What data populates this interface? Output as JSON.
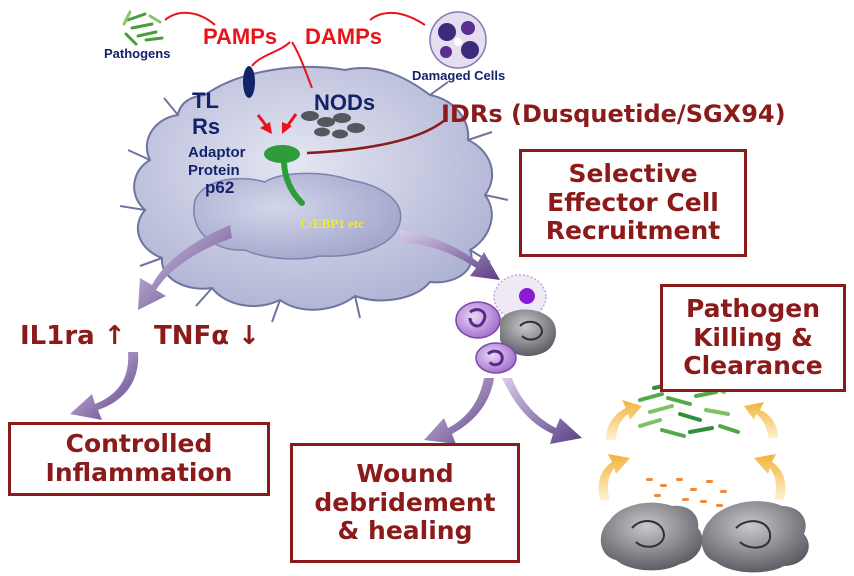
{
  "labels": {
    "pathogens": "Pathogens",
    "pamps": "PAMPs",
    "damps": "DAMPs",
    "damaged_cells": "Damaged Cells",
    "tlrs_line1": "TL",
    "tlrs_line2": "Rs",
    "nods": "NODs",
    "idrs": "IDRs (Dusquetide/SGX94)",
    "adaptor_line1": "Adaptor",
    "adaptor_line2": "Protein",
    "adaptor_line3": "p62",
    "cebp": "C/EBP1 etc",
    "il1ra": "IL1ra ↑",
    "tnfa": "TNFα ↓"
  },
  "boxes": {
    "recruitment": [
      "Selective",
      "Effector Cell",
      "Recruitment"
    ],
    "pathogen_killing": [
      "Pathogen",
      "Killing &",
      "Clearance"
    ],
    "controlled": [
      "Controlled",
      "Inflammation"
    ],
    "wound": [
      "Wound",
      "debridement",
      "& healing"
    ]
  },
  "colors": {
    "red": "#e8141b",
    "navy": "#13236b",
    "maroon": "#8b1a1a",
    "cell_fill": "#c9cce3",
    "nucleus_fill": "#b4b8d8",
    "adaptor_green": "#2e9c3a",
    "arrow_purple": "#6a4c93"
  }
}
